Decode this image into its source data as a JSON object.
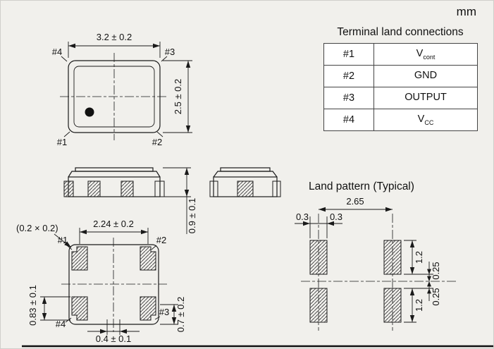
{
  "units_label": "mm",
  "colors": {
    "background": "#f1f0ec",
    "line": "#1a1a1a",
    "table_background": "#ffffff"
  },
  "terminal_table": {
    "title": "Terminal land connections",
    "rows": [
      {
        "terminal": "#1",
        "conn_main": "V",
        "conn_sub": "cont"
      },
      {
        "terminal": "#2",
        "conn_main": "GND",
        "conn_sub": ""
      },
      {
        "terminal": "#3",
        "conn_main": "OUTPUT",
        "conn_sub": ""
      },
      {
        "terminal": "#4",
        "conn_main": "V",
        "conn_sub": "CC"
      }
    ]
  },
  "top_view": {
    "width_dim": "3.2 ± 0.2",
    "height_dim": "2.5 ± 0.2",
    "corner_top_left": "#4",
    "corner_top_right": "#3",
    "corner_bottom_left": "#1",
    "corner_bottom_right": "#2"
  },
  "side_view": {
    "height_dim": "0.9 ± 0.1"
  },
  "bottom_view": {
    "pad_note": "(0.2 × 0.2)",
    "pitch_dim": "2.24 ± 0.2",
    "pad_height_dim": "0.83 ± 0.1",
    "pad_width_dim": "0.4 ± 0.1",
    "edge_dim": "0.7 ± 0.2",
    "corner_top_left": "#1",
    "corner_top_right": "#2",
    "corner_bottom_left": "#4",
    "corner_bottom_right": "#3"
  },
  "land_pattern": {
    "title": "Land pattern (Typical)",
    "pitch_dim": "2.65",
    "half_width_left": "0.3",
    "half_width_right": "0.3",
    "pad_length_top": "1.2",
    "pad_length_bottom": "1.2",
    "gap_top": "0.25",
    "gap_bottom": "0.25"
  }
}
